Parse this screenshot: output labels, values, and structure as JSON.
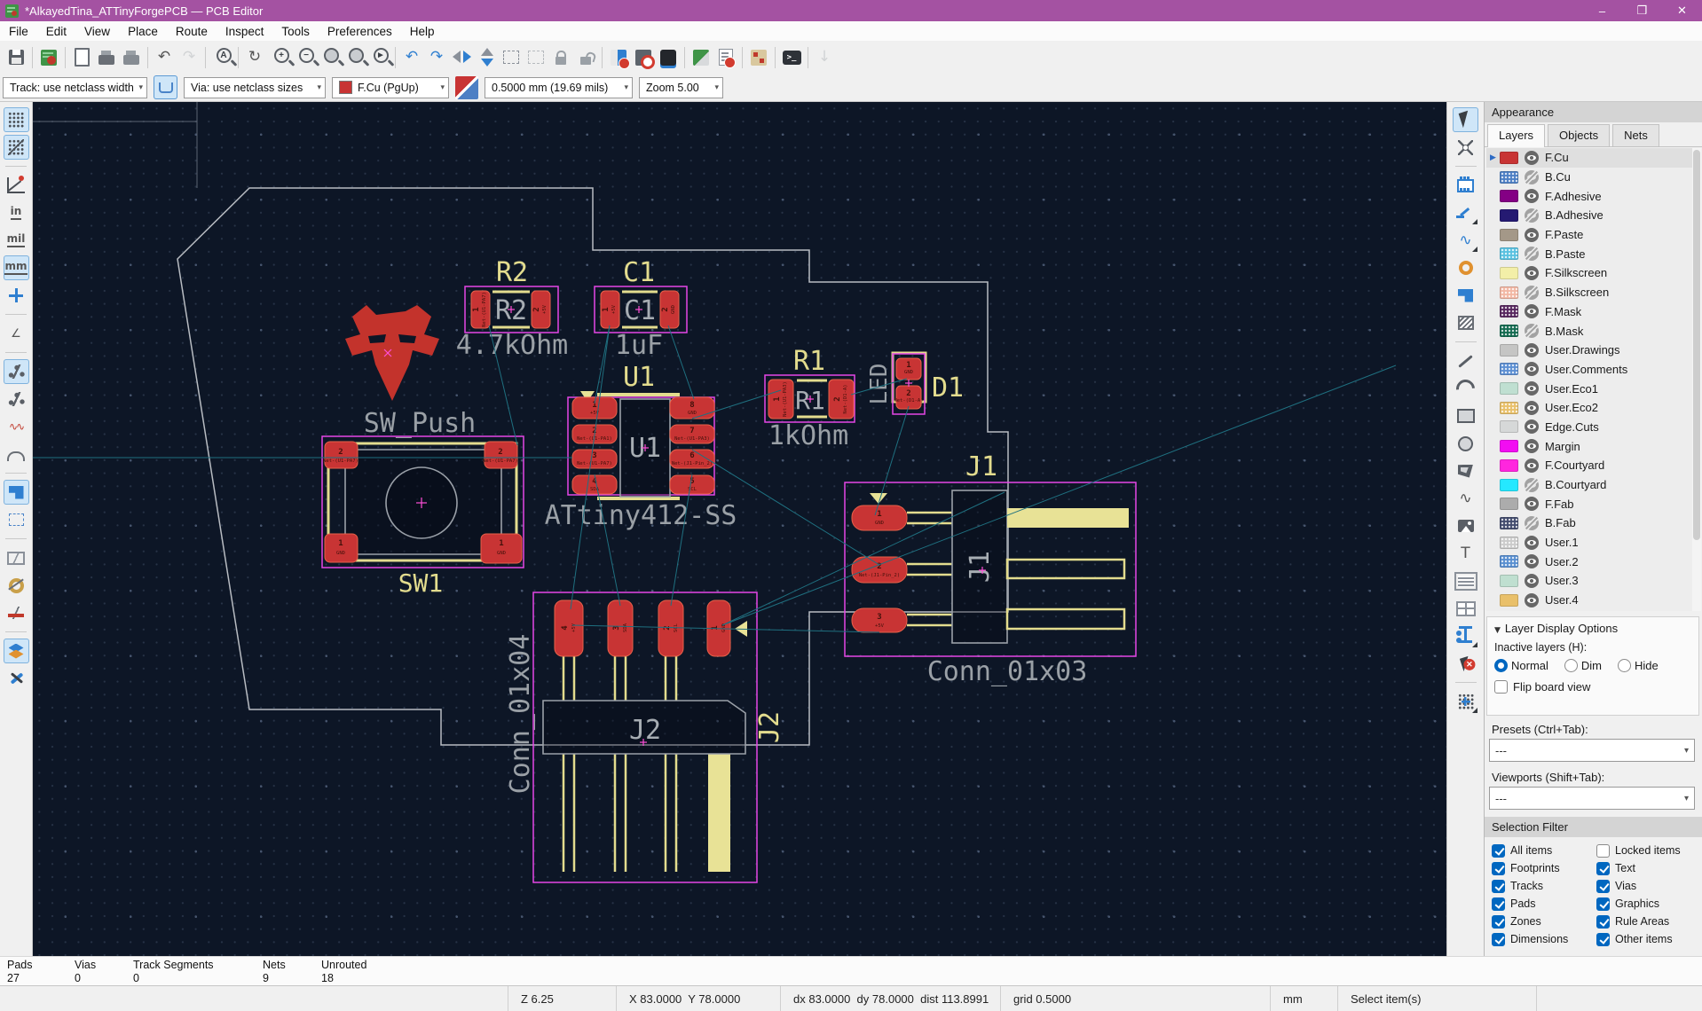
{
  "window": {
    "title": "*AlkayedTina_ATTinyForgePCB — PCB Editor",
    "minimize": "–",
    "maximize": "☐",
    " close": "✕",
    "close_glyph": "✕",
    "maximize_glyph": "❒",
    "minimize_glyph": "–"
  },
  "menus": [
    "File",
    "Edit",
    "View",
    "Place",
    "Route",
    "Inspect",
    "Tools",
    "Preferences",
    "Help"
  ],
  "toolbar_top": [
    {
      "n": "save-button",
      "k": "save"
    },
    {
      "sep": 1
    },
    {
      "n": "board-setup-button",
      "k": "pcb"
    },
    {
      "sep": 1
    },
    {
      "n": "page-settings-button",
      "k": "page"
    },
    {
      "n": "print-button",
      "k": "print"
    },
    {
      "n": "plot-button",
      "k": "print ic-plot"
    },
    {
      "sep": 1
    },
    {
      "n": "undo-button",
      "g": "↶"
    },
    {
      "n": "redo-button",
      "g": "↷",
      "c": "gd"
    },
    {
      "sep": 1
    },
    {
      "n": "find-button",
      "k": "mag",
      "gi": "A"
    },
    {
      "sep": 1
    },
    {
      "n": "refresh-button",
      "g": "↻"
    },
    {
      "n": "zoom-in-button",
      "k": "mag",
      "gi": "+"
    },
    {
      "n": "zoom-out-button",
      "k": "mag",
      "gi": "−"
    },
    {
      "n": "zoom-fit-button",
      "k": "mag ic-magfill"
    },
    {
      "n": "zoom-objects-button",
      "k": "mag ic-magfill"
    },
    {
      "n": "zoom-selection-button",
      "k": "mag",
      "gi": "►"
    },
    {
      "sep": 1
    },
    {
      "n": "rotate-ccw-button",
      "g": "↶",
      "c": "gb"
    },
    {
      "n": "rotate-cw-button",
      "g": "↷",
      "c": "gb"
    },
    {
      "n": "flip-horizontal-button",
      "k": "fliph"
    },
    {
      "n": "flip-vertical-button",
      "k": "fliph ic-flipv"
    },
    {
      "n": "group-button",
      "k": "group"
    },
    {
      "n": "ungroup-button",
      "k": "group ic-ungroup"
    },
    {
      "n": "lock-button",
      "k": "lock"
    },
    {
      "n": "unlock-button",
      "k": "lock ic-unlock"
    },
    {
      "sep": 1
    },
    {
      "n": "update-pcb-from-schematic-button",
      "k": "sq ic-updpcb"
    },
    {
      "n": "schematic-parity-button",
      "k": "sq ic-schcmp"
    },
    {
      "n": "3d-viewer-button",
      "k": "sq ic-view3d"
    },
    {
      "sep": 1
    },
    {
      "n": "update-footprints-button",
      "k": "sq ic-updfp"
    },
    {
      "n": "drc-button",
      "k": "drc"
    },
    {
      "sep": 1
    },
    {
      "n": "footprint-editor-button",
      "k": "sq ic-fpedit"
    },
    {
      "sep": 1
    },
    {
      "n": "scripting-console-button",
      "k": "console",
      "gi": ">_"
    },
    {
      "sep": 1
    },
    {
      "n": "import-button",
      "g": "↓",
      "c": "gd"
    }
  ],
  "toolbar_params": {
    "track": "Track: use netclass width",
    "via": "Via: use netclass sizes",
    "layer": "F.Cu (PgUp)",
    "layer_color": "#C83434",
    "width": "0.5000 mm (19.69 mils)",
    "zoom": "Zoom 5.00",
    "arrow": "▾"
  },
  "left_toolbar": [
    {
      "n": "show-grid-button",
      "k": "gridd",
      "s": "a"
    },
    {
      "n": "grid-overrides-button",
      "k": "gridod",
      "s": "a"
    },
    {
      "sep": 1
    },
    {
      "n": "polar-coordinates-button",
      "k": "polar"
    },
    {
      "n": "units-inches-button",
      "g": "in",
      "c": "gt"
    },
    {
      "n": "units-mils-button",
      "g": "mil",
      "c": "gt"
    },
    {
      "n": "units-mm-button",
      "g": "mm",
      "c": "gt",
      "s": "a"
    },
    {
      "n": "crosshair-cursor-button",
      "k": "cross"
    },
    {
      "sep": 1
    },
    {
      "n": "limit-45-button",
      "g": "∠",
      "c": "gs"
    },
    {
      "sep": 1
    },
    {
      "n": "show-ratsnest-button",
      "k": "rats",
      "s": "a"
    },
    {
      "n": "local-ratsnest-button",
      "k": "rats"
    },
    {
      "n": "curved-ratsnest-button",
      "g": "∿∿",
      "c": "gr"
    },
    {
      "n": "curved-tracks-button",
      "k": "trackc"
    },
    {
      "sep": 1
    },
    {
      "n": "zone-fill-button",
      "k": "zonef",
      "s": "a"
    },
    {
      "n": "zone-outline-button",
      "k": "zoned"
    },
    {
      "sep": 1
    },
    {
      "n": "sketch-footprints-button",
      "k": "skfp"
    },
    {
      "n": "sketch-pads-button",
      "k": "skpad"
    },
    {
      "n": "sketch-tracks-button",
      "k": "sktrk"
    },
    {
      "sep": 1
    },
    {
      "n": "high-contrast-mode-button",
      "k": "hic",
      "s": "a"
    },
    {
      "n": "properties-panel-button",
      "k": "wrench"
    }
  ],
  "right_toolbar": [
    {
      "n": "select-tool-button",
      "k": "cursor",
      "s": "a"
    },
    {
      "n": "highlight-net-button",
      "k": "xnet"
    },
    {
      "sep": 1
    },
    {
      "n": "add-footprint-button",
      "k": "addfp"
    },
    {
      "n": "route-tracks-button",
      "k": "route",
      "s": "fly"
    },
    {
      "n": "tune-length-button",
      "g": "∿",
      "c": "gb",
      "s": "fly"
    },
    {
      "n": "add-via-button",
      "k": "via"
    },
    {
      "n": "add-zone-button",
      "k": "zonef"
    },
    {
      "n": "add-rule-area-button",
      "k": "rule"
    },
    {
      "sep": 1
    },
    {
      "n": "draw-line-button",
      "k": "line"
    },
    {
      "n": "draw-arc-button",
      "k": "arc"
    },
    {
      "n": "draw-rectangle-button",
      "k": "rect"
    },
    {
      "n": "draw-circle-button",
      "k": "circ"
    },
    {
      "n": "draw-polygon-button",
      "k": "poly"
    },
    {
      "n": "draw-bezier-button",
      "g": "∿"
    },
    {
      "n": "add-image-button",
      "k": "img"
    },
    {
      "n": "add-text-button",
      "g": "T"
    },
    {
      "n": "add-textbox-button",
      "k": "tbox"
    },
    {
      "n": "add-table-button",
      "k": "table"
    },
    {
      "n": "add-dimension-button",
      "k": "dim",
      "s": "fly"
    },
    {
      "n": "delete-tool-button",
      "k": "del"
    },
    {
      "sep": 1
    },
    {
      "n": "grid-origin-button",
      "k": "origin",
      "s": "fly"
    }
  ],
  "appearance": {
    "header": "Appearance",
    "tabs": [
      {
        "label": "Layers",
        "active": true
      },
      {
        "label": "Objects",
        "active": false
      },
      {
        "label": "Nets",
        "active": false
      }
    ],
    "layers": [
      {
        "name": "F.Cu",
        "color": "#C83434",
        "visible": true,
        "selected": true
      },
      {
        "name": "B.Cu",
        "color": "#4D7FC4",
        "visible": false,
        "dotted": true
      },
      {
        "name": "F.Adhesive",
        "color": "#840084",
        "visible": true
      },
      {
        "name": "B.Adhesive",
        "color": "#251A72",
        "visible": false
      },
      {
        "name": "F.Paste",
        "color": "#A49888",
        "visible": true
      },
      {
        "name": "B.Paste",
        "color": "#59C1E0",
        "visible": false,
        "dotted": true
      },
      {
        "name": "F.Silkscreen",
        "color": "#F3EFA8",
        "visible": true
      },
      {
        "name": "B.Silkscreen",
        "color": "#F2B7A4",
        "visible": false,
        "dotted": true
      },
      {
        "name": "F.Mask",
        "color": "#58275F",
        "visible": true,
        "dotted": true
      },
      {
        "name": "B.Mask",
        "color": "#136B50",
        "visible": false,
        "dotted": true
      },
      {
        "name": "User.Drawings",
        "color": "#C5C5C4",
        "visible": true
      },
      {
        "name": "User.Comments",
        "color": "#5D8FD2",
        "visible": true,
        "dotted": true
      },
      {
        "name": "User.Eco1",
        "color": "#BFDFD1",
        "visible": true
      },
      {
        "name": "User.Eco2",
        "color": "#E8C06A",
        "visible": true,
        "dotted": true
      },
      {
        "name": "Edge.Cuts",
        "color": "#D6D8D8",
        "visible": true
      },
      {
        "name": "Margin",
        "color": "#F20DF2",
        "visible": true
      },
      {
        "name": "F.Courtyard",
        "color": "#FF26DE",
        "visible": true
      },
      {
        "name": "B.Courtyard",
        "color": "#25E8FF",
        "visible": false
      },
      {
        "name": "F.Fab",
        "color": "#ACACAC",
        "visible": true
      },
      {
        "name": "B.Fab",
        "color": "#434C6E",
        "visible": false,
        "dotted": true
      },
      {
        "name": "User.1",
        "color": "#CBCBCB",
        "visible": true,
        "dotted": true
      },
      {
        "name": "User.2",
        "color": "#598FD0",
        "visible": true,
        "dotted": true
      },
      {
        "name": "User.3",
        "color": "#BFDFD0",
        "visible": true
      },
      {
        "name": "User.4",
        "color": "#E9C06A",
        "visible": true
      }
    ],
    "layer_display": {
      "caret": "▼",
      "title": "Layer Display Options",
      "inactive_label": "Inactive layers (H):",
      "options": [
        {
          "label": "Normal",
          "selected": true
        },
        {
          "label": "Dim",
          "selected": false
        },
        {
          "label": "Hide",
          "selected": false
        }
      ],
      "flip_label": "Flip board view",
      "flip_checked": false
    },
    "presets": {
      "label": "Presets (Ctrl+Tab):",
      "value": "---"
    },
    "viewports": {
      "label": "Viewports (Shift+Tab):",
      "value": "---"
    }
  },
  "selection_filter": {
    "title": "Selection Filter",
    "items": [
      {
        "label": "All items",
        "checked": true
      },
      {
        "label": "Locked items",
        "checked": false
      },
      {
        "label": "Footprints",
        "checked": true
      },
      {
        "label": "Text",
        "checked": true
      },
      {
        "label": "Tracks",
        "checked": true
      },
      {
        "label": "Vias",
        "checked": true
      },
      {
        "label": "Pads",
        "checked": true
      },
      {
        "label": "Graphics",
        "checked": true
      },
      {
        "label": "Zones",
        "checked": true
      },
      {
        "label": "Rule Areas",
        "checked": true
      },
      {
        "label": "Dimensions",
        "checked": true
      },
      {
        "label": "Other items",
        "checked": true
      }
    ]
  },
  "counts": [
    {
      "label": "Pads",
      "value": "27"
    },
    {
      "label": "Vias",
      "value": "0"
    },
    {
      "label": "Track Segments",
      "value": "0"
    },
    {
      "label": "Nets",
      "value": "9"
    },
    {
      "label": "Unrouted",
      "value": "18"
    }
  ],
  "statusbar": {
    "segments": [
      "",
      "Z 6.25",
      "X 83.0000  Y 78.0000",
      "dx 83.0000  dy 78.0000  dist 113.8991",
      "grid 0.5000",
      "mm",
      "Select item(s)",
      ""
    ]
  },
  "canvas": {
    "r2_ref": "R2",
    "r2_val": "4.7kOhm",
    "r2_in": "R2",
    "r2_p1": "1",
    "r2_p1n": "Net-(U1-PA7)",
    "r2_p2": "2",
    "r2_p2n": "+5V",
    "c1_ref": "C1",
    "c1_val": "1uF",
    "c1_in": "C1",
    "c1_p1": "1",
    "c1_p1n": "+5V",
    "c1_p2": "2",
    "c1_p2n": "GND",
    "u1_ref": "U1",
    "u1_val": "ATtiny412-SS",
    "u1_in": "U1",
    "u1_l1": "1",
    "u1_l1n": "+5V",
    "u1_l2": "2",
    "u1_l2n": "Net-(U1-PA1)",
    "u1_l3": "3",
    "u1_l3n": "Net-(U1-PA7)",
    "u1_l4": "4",
    "u1_l4n": "SDA",
    "u1_r1": "8",
    "u1_r1n": "GND",
    "u1_r2": "7",
    "u1_r2n": "Net-(U1-PA3)",
    "u1_r3": "6",
    "u1_r3n": "Net-(J1-Pin_2)",
    "u1_r4": "5",
    "u1_r4n": "SCL",
    "r1_ref": "R1",
    "r1_val": "1kOhm",
    "r1_in": "R1",
    "r1_p1": "1",
    "r1_p1n": "Net-(U1-PA3)",
    "r1_p2": "2",
    "r1_p2n": "Net-(D1-A)",
    "d1_ref": "D1",
    "d1_lbl": "LED",
    "d1_p1": "1",
    "d1_p1n": "GND",
    "d1_p2": "2",
    "d1_p2n": "Net-(D1-A)",
    "sw_ref": "SW1",
    "sw_val": "SW_Push",
    "sw_p2": "2",
    "sw_p1": "1",
    "sw_gnd": "GND",
    "j1_ref": "J1",
    "j1_val": "Conn_01x03",
    "j1_in": "J1",
    "j1_p1": "1",
    "j1_p1n": "GND",
    "j1_p2": "2",
    "j1_p2n": "Net-(J1-Pin_2)",
    "j1_p3": "3",
    "j1_p3n": "+5V",
    "j2_ref": "J2",
    "j2_val": "Conn_01x04",
    "j2_in": "J2",
    "j2_p4": "4",
    "j2_p4n": "+5V",
    "j2_p3": "3",
    "j2_p3n": "SDA",
    "j2_p2": "2",
    "j2_p2n": "SCL",
    "j2_p1": "1",
    "j2_p1n": "GND"
  }
}
